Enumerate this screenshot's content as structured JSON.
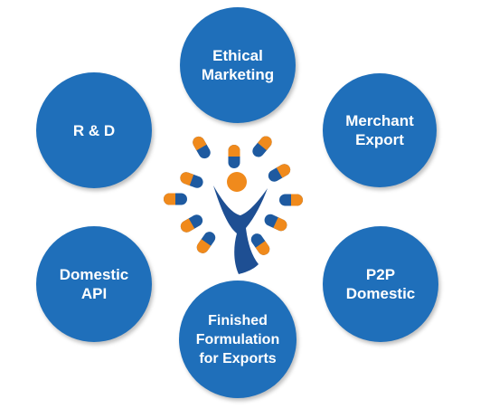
{
  "diagram": {
    "nodes": {
      "top": {
        "lines": [
          "Ethical",
          "Marketing"
        ]
      },
      "top_right": {
        "lines": [
          "Merchant",
          "Export"
        ]
      },
      "top_left": {
        "lines": [
          "R & D"
        ]
      },
      "bottom_left": {
        "lines": [
          "Domestic",
          "API"
        ]
      },
      "bottom_right": {
        "lines": [
          "P2P",
          "Domestic"
        ]
      },
      "bottom": {
        "lines": [
          "Finished",
          "Formulation",
          "for Exports"
        ]
      }
    },
    "center_logo_icon": "person-with-capsules-icon",
    "colors": {
      "circle_fill": "#1f6fba",
      "text": "#ffffff",
      "capsule_orange": "#f08a1c",
      "capsule_blue": "#1e5aa0",
      "figure_orange": "#f08a1c",
      "figure_blue": "#1e4f93"
    }
  }
}
